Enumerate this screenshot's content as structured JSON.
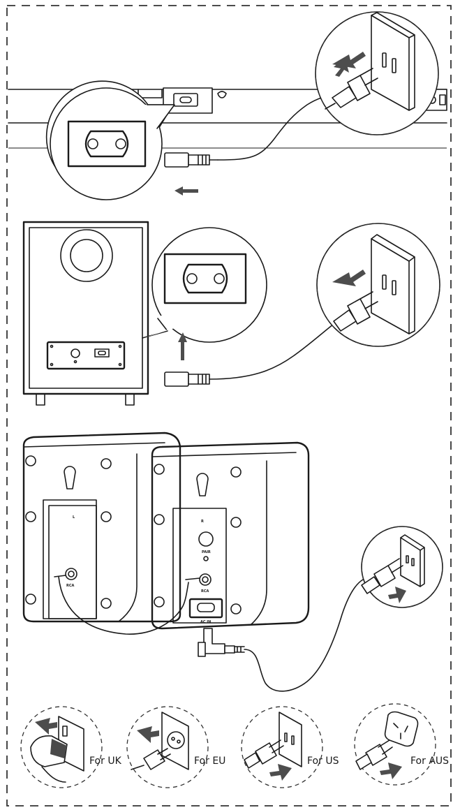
{
  "colors": {
    "line": "#1a1a1a",
    "arrow": "#4d4d4d",
    "frame": "#333333",
    "background": "#ffffff"
  },
  "captions": {
    "uk": "For UK",
    "eu": "For EU",
    "us": "For US",
    "aus": "For AUS"
  },
  "panel_labels": {
    "ac_in": "AC IN",
    "rca": "RCA",
    "pair": "PAIR",
    "left": "L",
    "right": "R"
  },
  "icons": [
    "power-socket-icon",
    "power-plug-icon",
    "arrow-icon",
    "ac-inlet-icon"
  ]
}
